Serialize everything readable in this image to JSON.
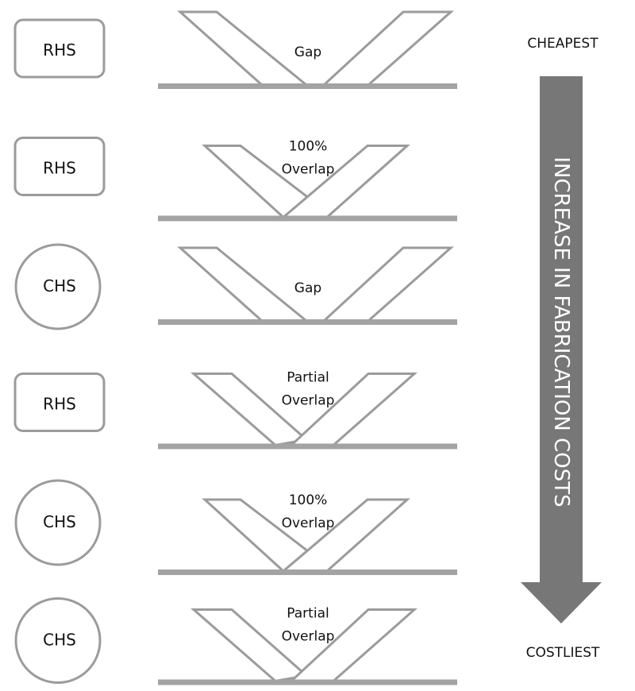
{
  "scale": {
    "top_label": "CHEAPEST",
    "bottom_label": "COSTLIEST",
    "arrow_label": "INCREASE IN FABRICATION COSTS"
  },
  "colors": {
    "stroke": "#9b9b9b",
    "chord": "#a3a3a3",
    "arrow": "#777777",
    "arrow_text": "#ffffff",
    "text": "#111111"
  },
  "rows": [
    {
      "section": "RHS",
      "shape": "rounded-square",
      "joint": "gap",
      "label": [
        "Gap"
      ]
    },
    {
      "section": "RHS",
      "shape": "rounded-square",
      "joint": "full-overlap",
      "label": [
        "100%",
        "Overlap"
      ]
    },
    {
      "section": "CHS",
      "shape": "circle",
      "joint": "gap",
      "label": [
        "Gap"
      ]
    },
    {
      "section": "RHS",
      "shape": "rounded-square",
      "joint": "partial-overlap",
      "label": [
        "Partial",
        "Overlap"
      ]
    },
    {
      "section": "CHS",
      "shape": "circle",
      "joint": "full-overlap",
      "label": [
        "100%",
        "Overlap"
      ]
    },
    {
      "section": "CHS",
      "shape": "circle",
      "joint": "partial-overlap",
      "label": [
        "Partial",
        "Overlap"
      ]
    }
  ]
}
